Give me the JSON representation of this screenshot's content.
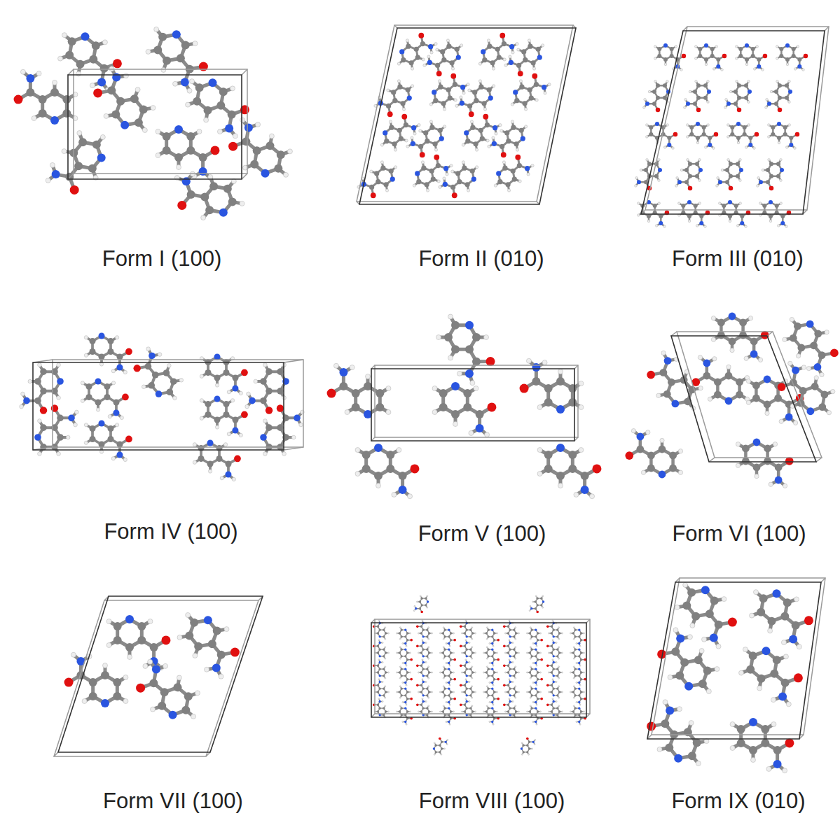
{
  "diagram": {
    "labels": [
      "Form I (100)",
      "Form II (010)",
      "Form III (010)",
      "Form IV (100)",
      "Form V (100)",
      "Form VI (100)",
      "Form VII (100)",
      "Form VIII (100)",
      "Form IX (010)"
    ]
  }
}
